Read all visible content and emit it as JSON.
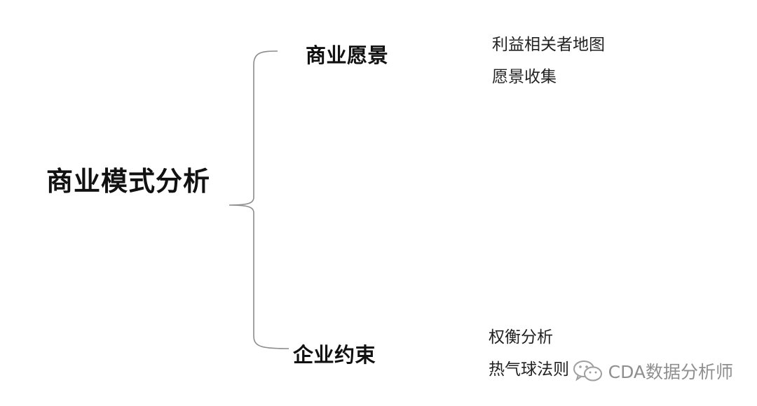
{
  "root": {
    "label": "商业模式分析"
  },
  "branches": [
    {
      "label": "商业愿景",
      "leaves": [
        "利益相关者地图",
        "愿景收集"
      ]
    },
    {
      "label": "企业约束",
      "leaves": [
        "权衡分析",
        "热气球法则"
      ]
    }
  ],
  "watermark": {
    "text": "CDA数据分析师"
  },
  "colors": {
    "bracket": "#8c8c8c",
    "text": "#111111",
    "watermark": "#8a8a8a"
  }
}
